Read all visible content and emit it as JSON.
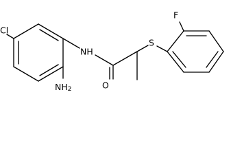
{
  "atom_labels": {
    "chlorine": "Cl",
    "amide_nh": "NH",
    "sulfur": "S",
    "fluorine": "F",
    "oxygen": "O",
    "amino_n": "NH",
    "amino_sub": "2"
  },
  "colors": {
    "bond": "#000000",
    "label": "#000000",
    "background": "#ffffff"
  }
}
